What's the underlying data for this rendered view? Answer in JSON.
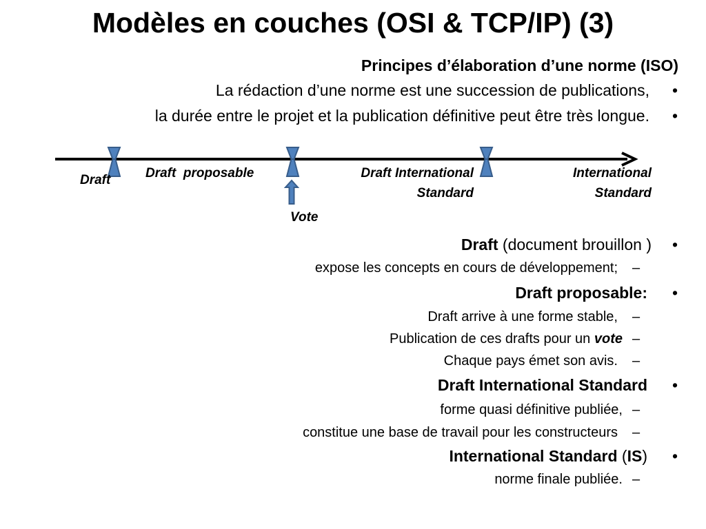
{
  "slide": {
    "title": "Modèles en couches (OSI & TCP/IP) (3)",
    "heading": "Principes d’élaboration d’une norme (ISO)",
    "intro": [
      {
        "text": "La rédaction d’une norme est une succession de publications,",
        "marker": "•"
      },
      {
        "text": "la durée entre le projet et la publication définitive peut être très longue.",
        "marker": "•"
      }
    ],
    "timeline": {
      "labels": {
        "draft": "Draft",
        "draft_proposable": "Draft  proposable",
        "dis_line1": "Draft International",
        "dis_line2": "Standard",
        "is_line1": "International",
        "is_line2": "Standard",
        "vote": "Vote"
      },
      "colors": {
        "marker_fill": "#4f81bd",
        "marker_stroke": "#385d8a",
        "arrow": "#000000"
      }
    },
    "sections": {
      "draft": {
        "title_bold": "Draft",
        "title_rest": " (document brouillon )",
        "marker": "•",
        "items": [
          {
            "text": "expose les concepts en cours de développement;",
            "marker": "–"
          }
        ]
      },
      "draft_proposable": {
        "title": "Draft proposable:",
        "marker": "•",
        "item1": {
          "text": "Draft arrive à une forme stable,",
          "marker": "–"
        },
        "item2": {
          "prefix": "Publication de ces drafts pour un ",
          "emph": "vote",
          "marker": "–"
        },
        "item3": {
          "text": "Chaque pays émet son avis.",
          "marker": "–"
        }
      },
      "dis": {
        "title": "Draft International Standard",
        "marker": "•",
        "item1": {
          "text": "forme quasi définitive publiée,",
          "marker": "–"
        },
        "item2": {
          "text": "constitue une base de travail pour les constructeurs",
          "marker": "–"
        }
      },
      "is": {
        "title_bold": "International Standard",
        "title_open": " (",
        "title_abbr": "IS",
        "title_close": ")",
        "marker": "•",
        "item1": {
          "text": "norme finale publiée.",
          "marker": "–"
        }
      }
    }
  }
}
